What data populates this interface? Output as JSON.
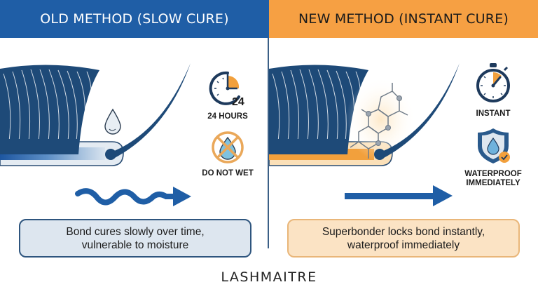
{
  "left_panel": {
    "title": "OLD METHOD (SLOW CURE)",
    "icons": [
      {
        "name": "clock-24-hours",
        "label": "24 HOURS",
        "glyph_text": "24"
      },
      {
        "name": "no-water",
        "label": "DO NOT WET"
      }
    ],
    "arrow": "wavy-arrow",
    "caption_line1": "Bond cures slowly over time,",
    "caption_line2": "vulnerable to moisture"
  },
  "right_panel": {
    "title": "NEW METHOD (INSTANT CURE)",
    "icons": [
      {
        "name": "stopwatch",
        "label": "INSTANT"
      },
      {
        "name": "waterproof-shield",
        "label_line1": "WATERPROOF",
        "label_line2": "IMMEDIATELY"
      }
    ],
    "arrow": "straight-arrow",
    "caption_line1": "Superbonder locks bond instantly,",
    "caption_line2": "waterproof immediately"
  },
  "brand": "LASHMAITRE",
  "colors": {
    "blue_header": "#1f5ea6",
    "orange_header": "#f6a043",
    "lash_navy": "#1e4a78",
    "old_box_bg": "#dde6ef",
    "new_box_bg": "#fbe3c4"
  }
}
